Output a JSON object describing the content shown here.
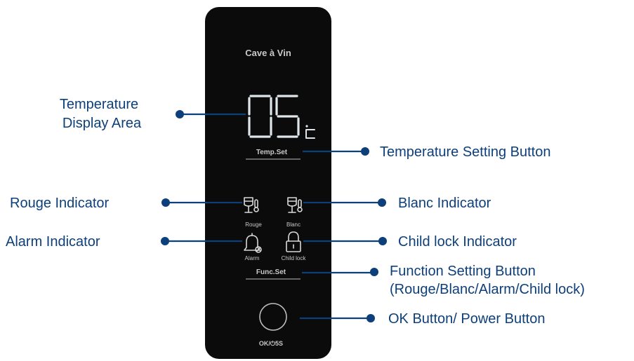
{
  "panel": {
    "title": "Cave à Vin",
    "temp_digits": "05",
    "temp_unit": "℃",
    "temp_set_label": "Temp.Set",
    "rouge_label": "Rouge",
    "blanc_label": "Blanc",
    "alarm_label": "Alarm",
    "child_lock_label": "Child lock",
    "func_set_label": "Func.Set",
    "ok_label": "OK/⏻5S"
  },
  "callouts": {
    "temperature_display_line1": "Temperature",
    "temperature_display_line2": "Display Area",
    "temperature_setting": "Temperature Setting Button",
    "rouge": "Rouge Indicator",
    "blanc": "Blanc Indicator",
    "alarm": "Alarm Indicator",
    "child_lock": "Child lock Indicator",
    "function_setting_line1": "Function Setting Button",
    "function_setting_line2": "(Rouge/Blanc/Alarm/Child lock)",
    "ok_power": "OK Button/ Power Button"
  },
  "colors": {
    "panel_background": "#0b0b0b",
    "callout_color": "#0d3f7a",
    "panel_text": "#c9c9c9"
  }
}
